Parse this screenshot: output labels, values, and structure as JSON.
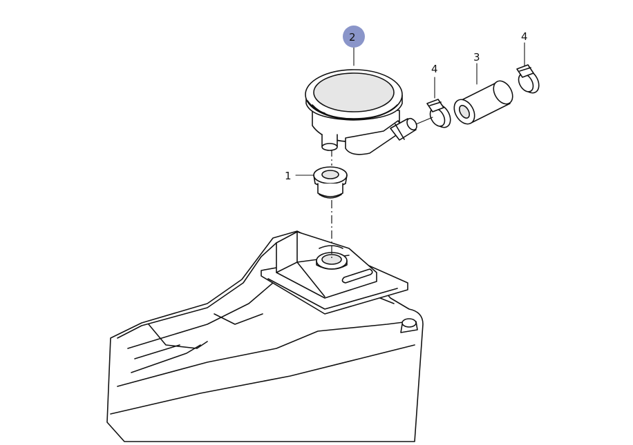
{
  "callouts": {
    "part_1": "1",
    "part_2": "2",
    "part_3": "3",
    "part_4_left": "4",
    "part_4_right": "4"
  },
  "colors": {
    "highlight_badge": "#8a95c9",
    "line": "#111111",
    "background": "#ffffff"
  }
}
